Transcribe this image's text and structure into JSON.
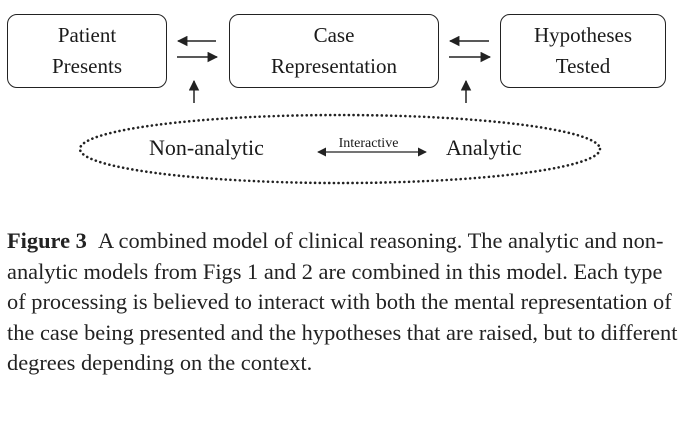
{
  "diagram": {
    "boxes": {
      "patient": {
        "line1": "Patient",
        "line2": "Presents"
      },
      "case": {
        "line1": "Case",
        "line2": "Representation"
      },
      "hypotheses": {
        "line1": "Hypotheses",
        "line2": "Tested"
      }
    },
    "modes": {
      "nonanalytic": "Non-analytic",
      "analytic": "Analytic",
      "interactive": "Interactive"
    }
  },
  "caption": {
    "label": "Figure 3",
    "text": "A combined model of clinical reasoning. The analytic and non-analytic models from Figs 1 and 2 are combined in this model. Each type of processing is believed to interact with both the mental representation of the case being presented and the hypotheses that are raised, but to different degrees depending on the context."
  }
}
